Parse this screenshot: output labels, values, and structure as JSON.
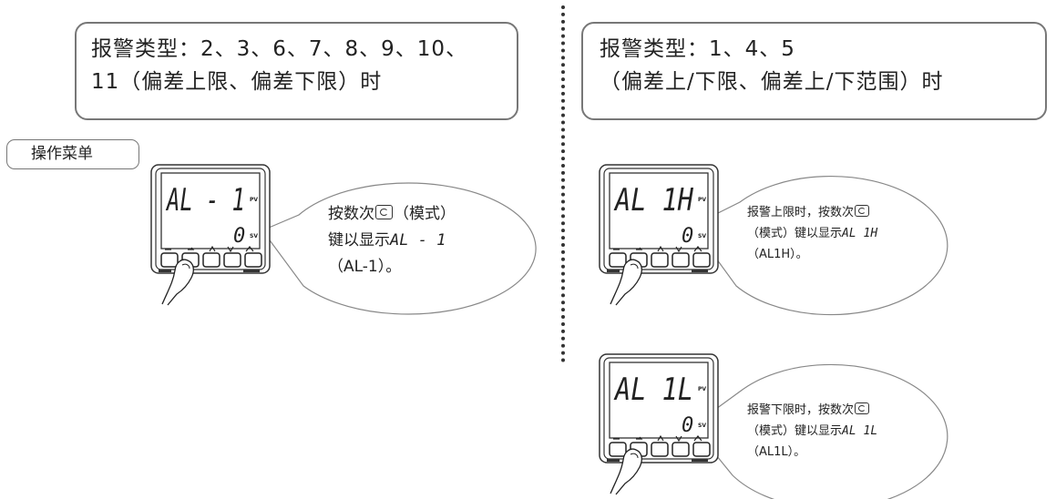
{
  "left_box": {
    "line1": "报警类型：2、3、6、7、8、9、10、",
    "line2": "11（偏差上限、偏差下限）时"
  },
  "right_box": {
    "line1": "报警类型：1、4、5",
    "line2": "（偏差上/下限、偏差上/下范围）时"
  },
  "menu_tag": "操作菜单",
  "devices": [
    {
      "main_display": "AL - 1",
      "sub_display": "0"
    },
    {
      "main_display": "AL 1H",
      "sub_display": "0"
    },
    {
      "main_display": "AL 1L",
      "sub_display": "0"
    }
  ],
  "panel_labels": {
    "pv": "PV",
    "sv": "SV"
  },
  "bubbles": [
    {
      "line1_pre": "按数次",
      "line1_post": "（模式）",
      "line2_pre": "键以显示",
      "line2_seg": "AL - 1",
      "line3": "（AL-1）。"
    },
    {
      "line1_pre": "报警上限时，按数次",
      "line1_post": "",
      "line2_pre": "（模式）键以显示",
      "line2_seg": "AL 1H",
      "line3": "（AL1H）。"
    },
    {
      "line1_pre": "报警下限时，按数次",
      "line1_post": "",
      "line2_pre": "（模式）键以显示",
      "line2_seg": "AL 1L",
      "line3": "（AL1L）。"
    }
  ],
  "icons": [
    "mode-key-icon",
    "finger-icon",
    "button-icons"
  ]
}
